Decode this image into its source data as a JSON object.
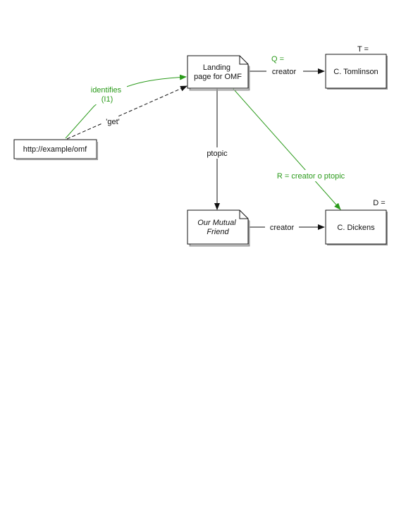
{
  "colors": {
    "edge": "#111111",
    "accent": "#2a9a1a",
    "node_fill": "#ffffff",
    "background": "#ffffff"
  },
  "nodes": {
    "url": {
      "text": "http://example/omf"
    },
    "landing": {
      "line1": "Landing",
      "line2": "page for OMF"
    },
    "tomlinson": {
      "text": "C. Tomlinson",
      "tag": "T ="
    },
    "omf": {
      "line1": "Our Mutual",
      "line2": "Friend"
    },
    "dickens": {
      "text": "C. Dickens",
      "tag": "D ="
    }
  },
  "edges": {
    "identifies": {
      "line1": "identifies",
      "line2": "(I1)"
    },
    "get": {
      "text": "'get'"
    },
    "creator_top": {
      "tag": "Q =",
      "text": "creator"
    },
    "ptopic": {
      "text": "ptopic"
    },
    "composite": {
      "text": "R = creator o ptopic"
    },
    "creator_bottom": {
      "text": "creator"
    }
  }
}
